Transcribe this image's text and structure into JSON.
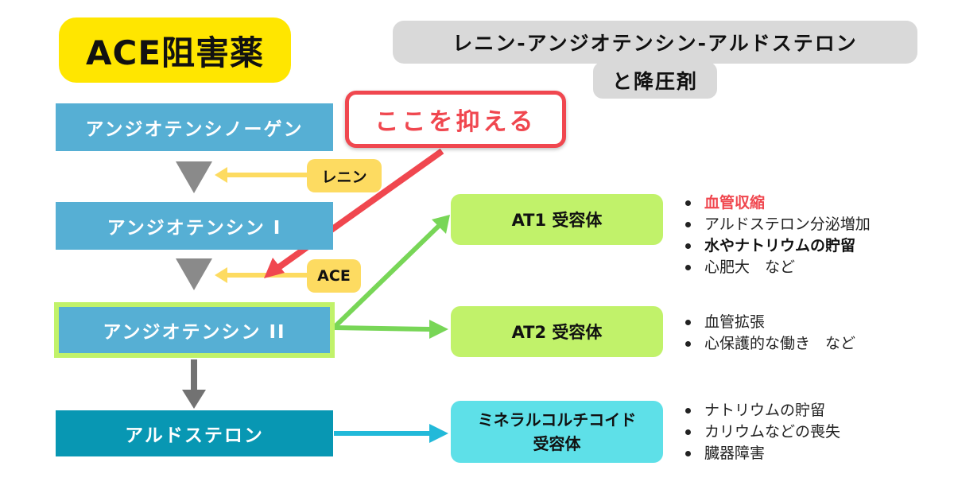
{
  "title_badge": "ACE阻害薬",
  "header_banner": {
    "line1": "レニン-アンジオテンシン-アルドステロン",
    "line2": "と降圧剤"
  },
  "callout": "ここを抑える",
  "flow": {
    "angiotensinogen": "アンジオテンシノーゲン",
    "renin": "レニン",
    "angiotensin1": "アンジオテンシン I",
    "ace": "ACE",
    "angiotensin2": "アンジオテンシン II",
    "aldosterone": "アルドステロン"
  },
  "receptors": {
    "at1": {
      "label": "AT1 受容体"
    },
    "at2": {
      "label": "AT2 受容体"
    },
    "mineralocorticoid": {
      "line1": "ミネラルコルチコイド",
      "line2": "受容体"
    }
  },
  "effects": {
    "at1": [
      {
        "text": "血管収縮",
        "style": "red"
      },
      {
        "text": "アルドステロン分泌増加",
        "style": "normal"
      },
      {
        "text": "水やナトリウムの貯留",
        "style": "bold"
      },
      {
        "text": "心肥大　など",
        "style": "normal"
      }
    ],
    "at2": [
      {
        "text": "血管拡張",
        "style": "normal"
      },
      {
        "text": "心保護的な働き　など",
        "style": "normal"
      }
    ],
    "mineralocorticoid": [
      {
        "text": "ナトリウムの貯留",
        "style": "normal"
      },
      {
        "text": "カリウムなどの喪失",
        "style": "normal"
      },
      {
        "text": "臓器障害",
        "style": "normal"
      }
    ]
  },
  "colors": {
    "badge_yellow": "#ffe600",
    "banner_gray": "#d9d9d9",
    "flow_blue": "#56afd4",
    "aldosterone_teal": "#0897b3",
    "enzyme_yellow": "#fddb61",
    "receptor_green": "#c1f26a",
    "receptor_cyan": "#5ee0e8",
    "callout_red": "#f0474f",
    "arrow_green": "#78d657",
    "arrow_cyan": "#22b9d9",
    "arrow_gray": "#727272",
    "triangle_gray": "#8a8a8a"
  },
  "icons": {
    "down_triangle": "triangle-down-icon"
  }
}
